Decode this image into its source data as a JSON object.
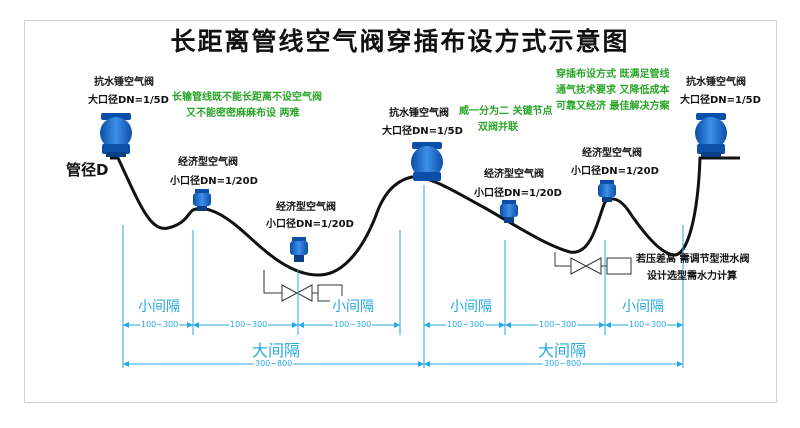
{
  "title": "长距离管线空气阀穿插布设方式示意图",
  "pipe_label": "管径D",
  "valves": {
    "anti_hammer_label": "抗水锤空气阀",
    "large_port": "大口径DN=1/5D",
    "economy_label": "经济型空气阀",
    "small_port": "小口径DN=1/20D"
  },
  "notes": {
    "left": [
      "长输管线既不能长距离不设空气阀",
      "又不能密密麻麻布设 两难"
    ],
    "middle": [
      "威一分为二 关键节点",
      "双阀并联"
    ],
    "right": [
      "穿插布设方式 既满足管线",
      "通气技术要求 又降低成本",
      "可靠又经济 最佳解决方案"
    ],
    "drain": [
      "若压差高 需调节型泄水阀",
      "设计选型需水力计算"
    ]
  },
  "spacing": {
    "small_label": "小间隔",
    "small_range": "100~300",
    "big_label": "大间隔",
    "big_range": "300~800"
  },
  "colors": {
    "valve_blue": "#1f6fd0",
    "note_green": "#2aa52a",
    "dimension_cyan": "#26a9e0"
  }
}
